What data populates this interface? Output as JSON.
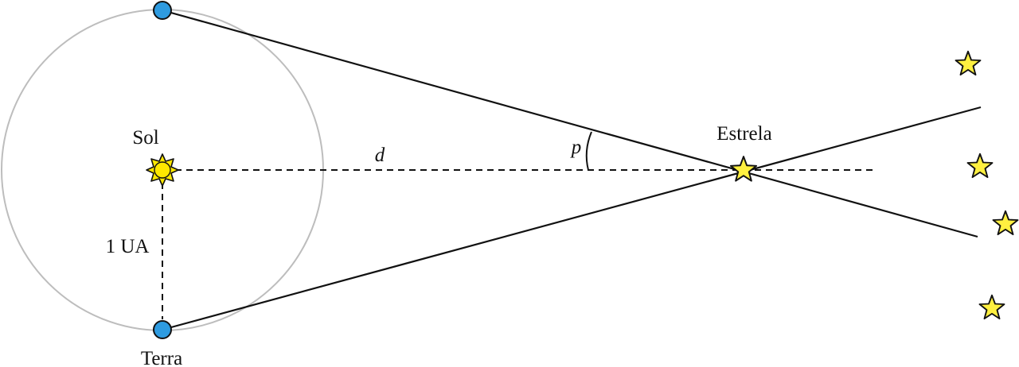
{
  "labels": {
    "sun": "Sol",
    "distance": "d",
    "parallax_angle": "p",
    "star": "Estrela",
    "earth": "Terra",
    "au": "1 UA"
  },
  "colors": {
    "orbit": "#bdbdbd",
    "earth": "#2e9be0",
    "sun": "#ffe800",
    "star": "#fff040",
    "line": "#111111"
  },
  "icons": {
    "sun": "sun-icon",
    "earth": "earth-icon",
    "star": "star-icon"
  }
}
